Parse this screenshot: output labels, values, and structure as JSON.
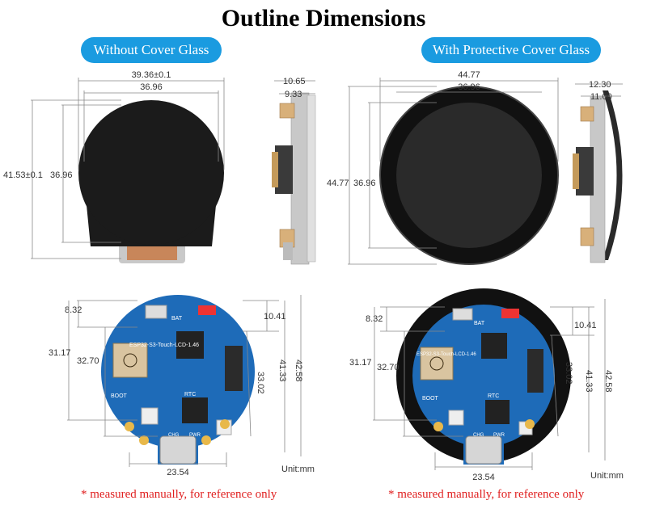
{
  "title": "Outline Dimensions",
  "section_left": "Without Cover Glass",
  "section_right": "With Protective Cover Glass",
  "footnote": "* measured manually, for reference only",
  "unit_label": "Unit:mm",
  "board_label": "ESP32-S3-Touch-LCD-1.46",
  "board_labels": {
    "bat": "BAT",
    "rtc": "RTC",
    "boot": "BOOT",
    "pwr": "PWR",
    "chg": "CHG"
  },
  "left_front": {
    "width_outer": "39.36±0.1",
    "width_inner": "36.96",
    "height_outer": "41.53±0.1",
    "height_inner": "36.96"
  },
  "left_side": {
    "depth_outer": "10.65",
    "depth_inner": "9.33"
  },
  "right_front": {
    "width_outer": "44.77",
    "width_inner": "36.96",
    "height_outer": "44.77",
    "height_inner": "36.96"
  },
  "right_side": {
    "depth_outer": "12.30",
    "depth_inner": "11.00"
  },
  "back": {
    "d1": "8.32",
    "d2": "31.17",
    "d3": "32.70",
    "d4": "10.41",
    "d5": "33.02",
    "d6": "41.33",
    "d7": "42.58",
    "d8": "23.54"
  },
  "colors": {
    "accent": "#1a9be0",
    "note": "#e02020",
    "board": "#1e6bb8",
    "display": "#1b1b1b"
  }
}
